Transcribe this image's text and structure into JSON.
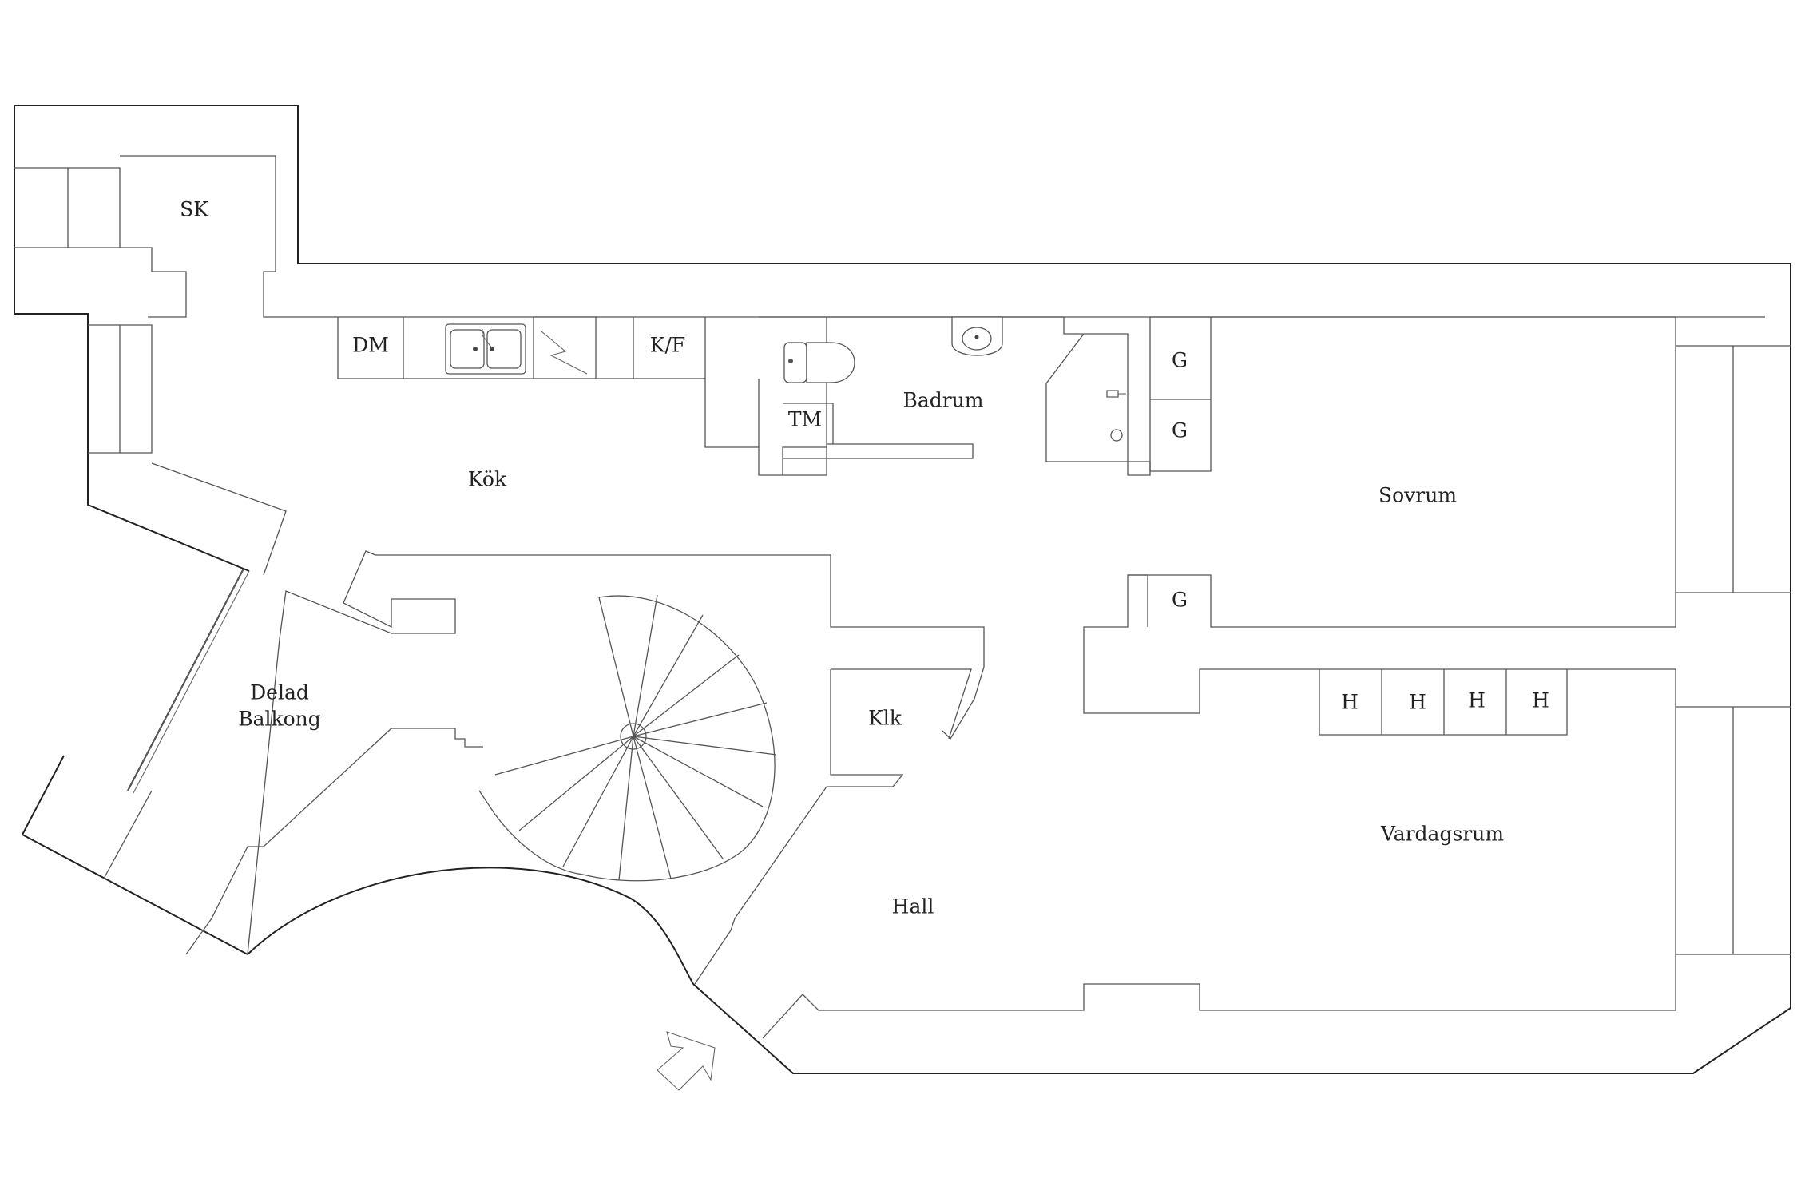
{
  "colors": {
    "background": "#ffffff",
    "line": "#222222",
    "text": "#222222"
  },
  "rooms": {
    "kok": "Kök",
    "badrum": "Badrum",
    "sovrum": "Sovrum",
    "vardagsrum": "Vardagsrum",
    "hall": "Hall",
    "klk": "Klk",
    "delad_balkong_line1": "Delad",
    "delad_balkong_line2": "Balkong"
  },
  "fixtures": {
    "sk": "SK",
    "dm": "DM",
    "kf": "K/F",
    "tm": "TM",
    "wardrobe": "G",
    "shelf": "H"
  },
  "icons": {
    "entrance": "entrance-arrow-icon",
    "sink": "sink-icon",
    "stove": "stove-icon",
    "toilet": "toilet-icon",
    "washbasin": "washbasin-icon",
    "shower": "shower-icon",
    "staircase": "spiral-staircase-icon"
  }
}
